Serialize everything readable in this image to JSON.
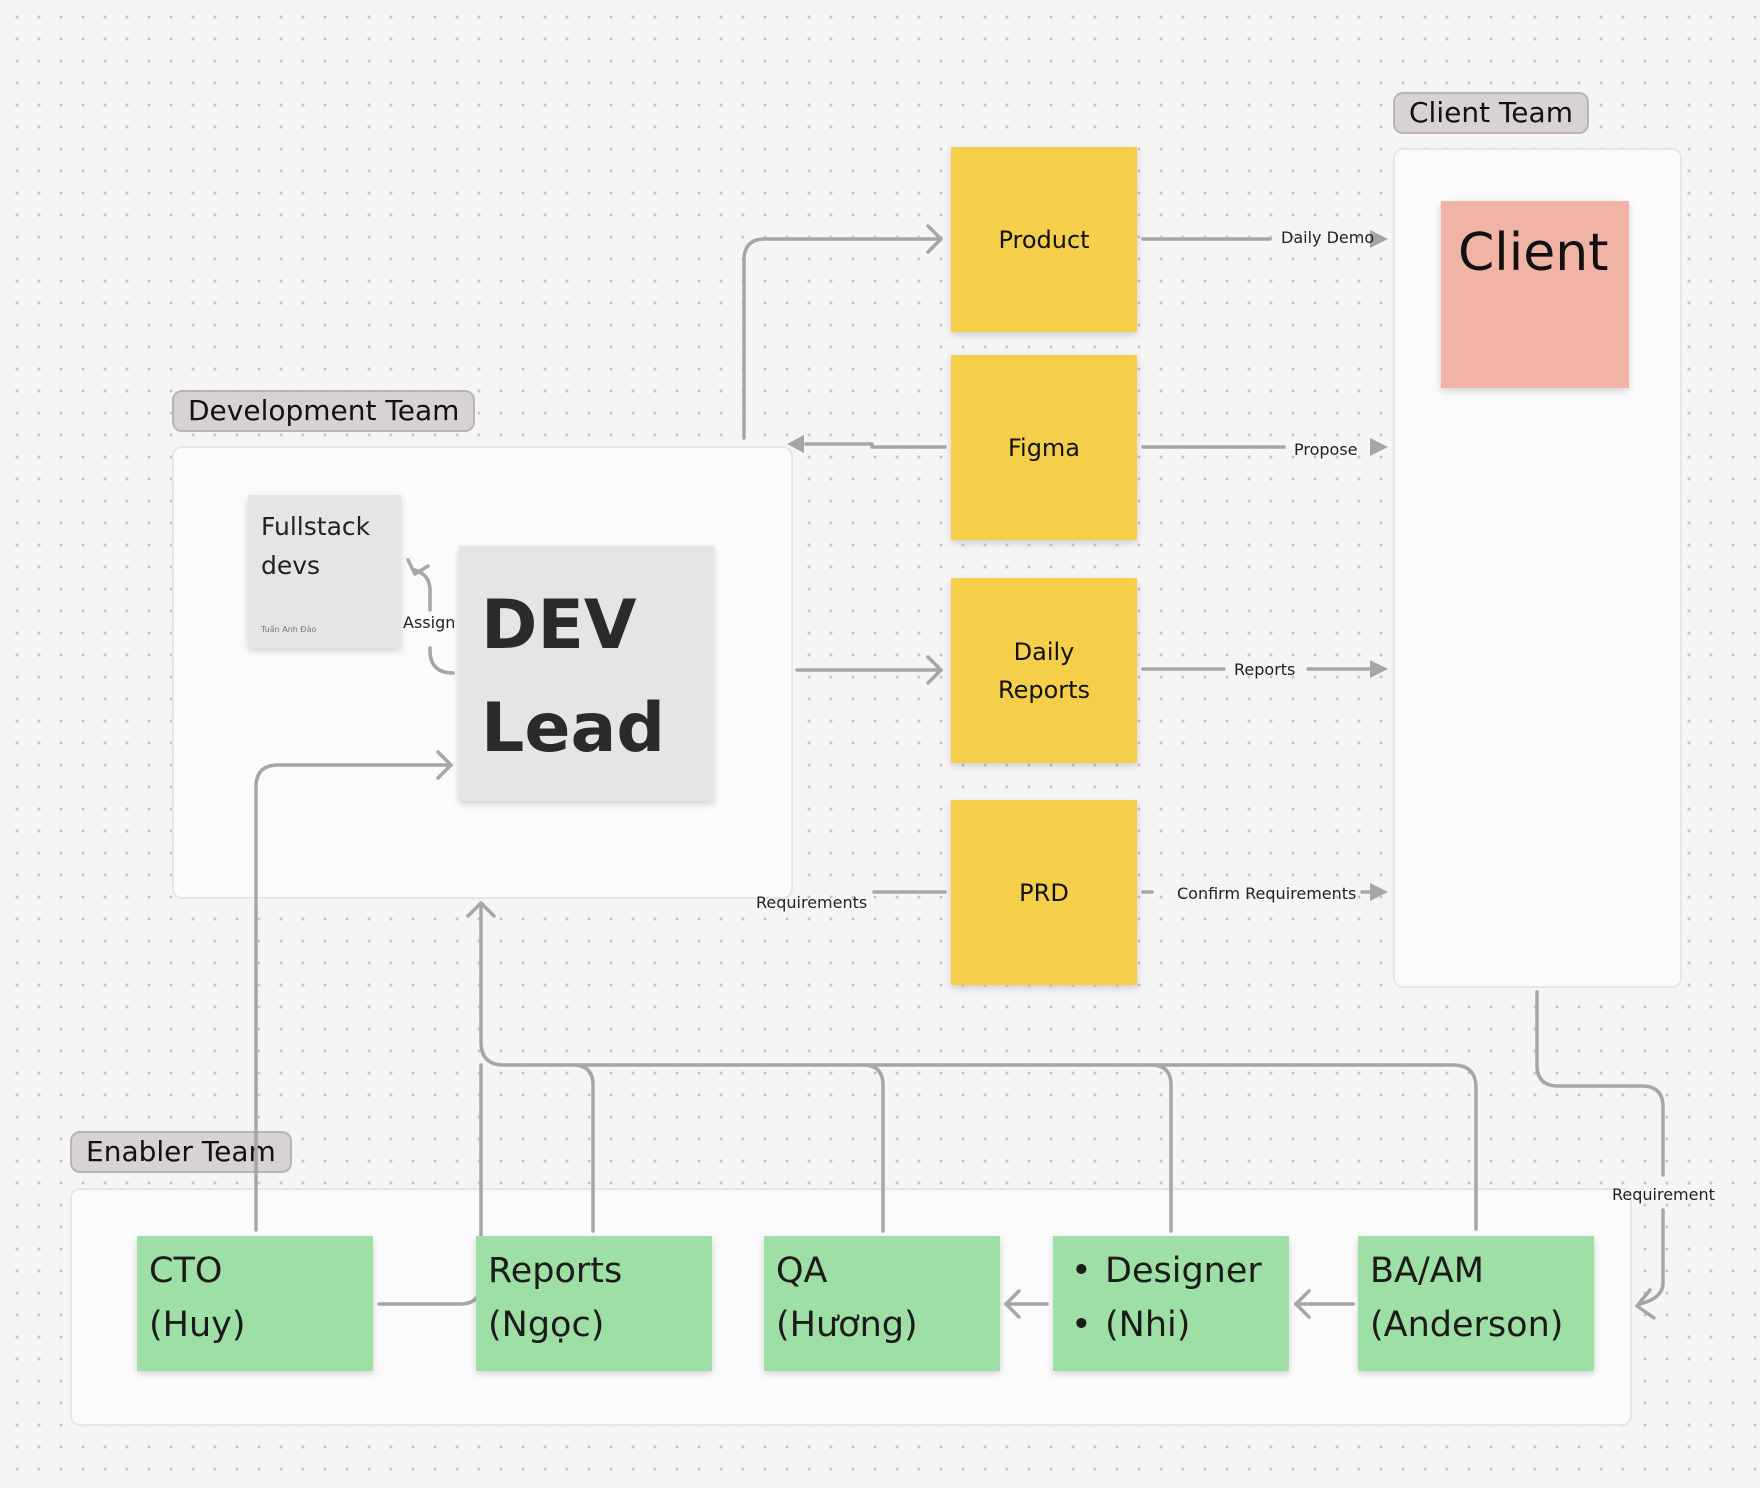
{
  "groups": {
    "client": "Client Team",
    "development": "Development Team",
    "enabler": "Enabler Team"
  },
  "stickies": {
    "product": "Product",
    "figma": "Figma",
    "daily_reports": [
      "Daily",
      "Reports"
    ],
    "prd": "PRD",
    "client": "Client",
    "fullstack": [
      "Fullstack",
      "devs"
    ],
    "fullstack_author": "Tuấn Anh Đào",
    "dev_lead": [
      "DEV",
      "Lead"
    ]
  },
  "members": {
    "cto": [
      "CTO",
      "(Huy)"
    ],
    "reports": [
      "Reports",
      "(Ngọc)"
    ],
    "qa": [
      "QA",
      "(Hương)"
    ],
    "designer": [
      "Designer",
      "(Nhi)"
    ],
    "ba": [
      "BA/AM",
      "(Anderson)"
    ]
  },
  "connectors": {
    "daily_demo": "Daily Demo",
    "propose": "Propose",
    "reports": "Reports",
    "confirm": "Confirm Requirements",
    "requirements": "Requirements",
    "assign": "Assign",
    "requirement": "Requirement"
  },
  "colors": {
    "yellow": "#f6cf4a",
    "green": "#9ddfa5",
    "pink": "#f2b3a7",
    "gray": "#e5e5e5",
    "connector": "#a6a6a6"
  }
}
